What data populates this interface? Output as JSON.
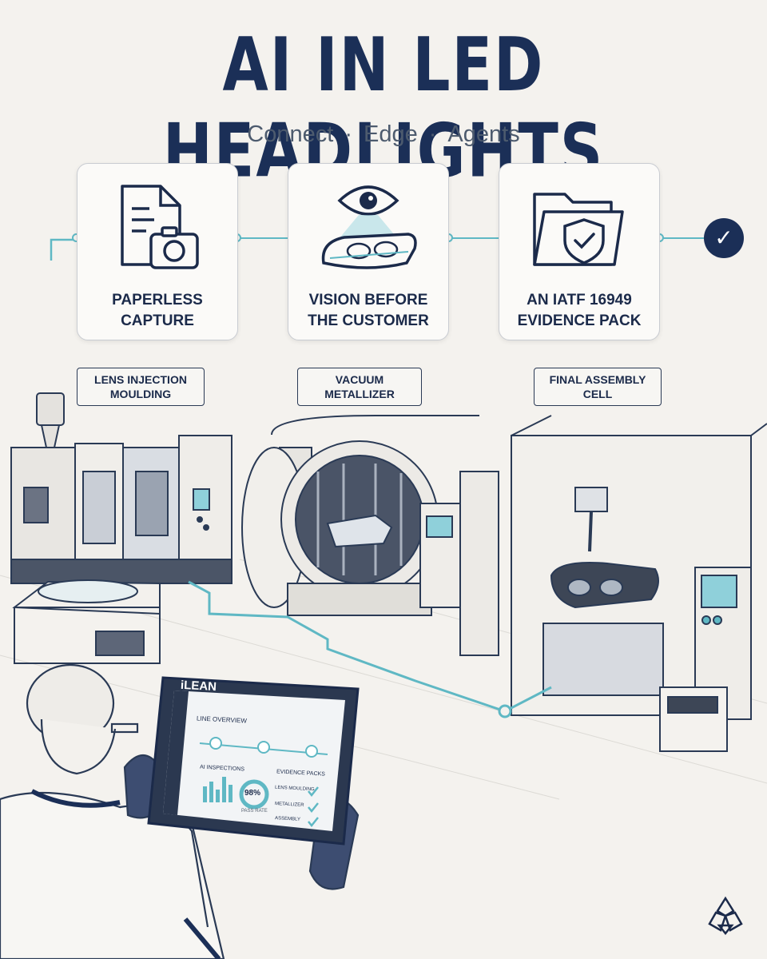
{
  "header": {
    "title": "AI IN LED HEADLIGHTS",
    "subtitle_items": [
      "Connect",
      "Edge",
      "Agents"
    ],
    "subtitle_separator": "·"
  },
  "cards": [
    {
      "label_line1": "PAPERLESS",
      "label_line2": "CAPTURE",
      "icon": "document-camera-icon"
    },
    {
      "label_line1": "VISION BEFORE",
      "label_line2": "THE CUSTOMER",
      "icon": "eye-headlight-icon"
    },
    {
      "label_line1": "AN IATF 16949",
      "label_line2": "EVIDENCE PACK",
      "icon": "folder-shield-icon"
    }
  ],
  "final_check": "✓",
  "stations": [
    {
      "line1": "LENS INJECTION",
      "line2": "MOULDING"
    },
    {
      "line1": "VACUUM",
      "line2": "METALLIZER"
    },
    {
      "line1": "FINAL ASSEMBLY",
      "line2": "CELL"
    }
  ],
  "tablet": {
    "brand": "iLEAN",
    "line_overview": "LINE OVERVIEW",
    "ai_inspections": "AI INSPECTIONS",
    "pass_value": "98%",
    "pass_label": "PASS RATE",
    "evidence_title": "EVIDENCE PACKS",
    "evidence_items": [
      "LENS MOULDING",
      "METALLIZER",
      "ASSEMBLY"
    ]
  },
  "colors": {
    "navy": "#1b2f57",
    "teal": "#5fb8c4",
    "background": "#f4f2ee"
  }
}
